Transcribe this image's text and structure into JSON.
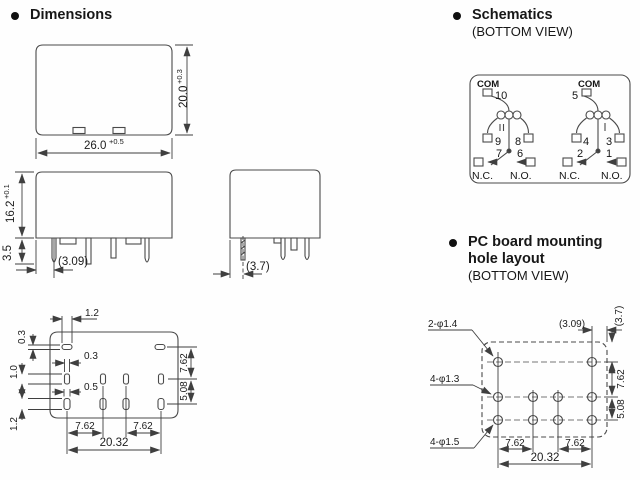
{
  "colors": {
    "background": "#fefefe",
    "ink": "#474747",
    "text": "#171717"
  },
  "headings": {
    "dimensions": "Dimensions",
    "schematics": "Schematics",
    "schematics_sub": "(BOTTOM VIEW)",
    "pcb_line1": "PC board mounting",
    "pcb_line2": "hole layout",
    "pcb_sub": "(BOTTOM VIEW)"
  },
  "top_view": {
    "width": "26.0",
    "width_tol": "+0.5",
    "height": "20.0",
    "height_tol": "+0.3"
  },
  "front_view": {
    "height": "16.2",
    "height_tol": "+0.1",
    "pin_length": "3.5",
    "pin_offset": "(3.09)"
  },
  "end_view": {
    "pin_offset": "(3.7)"
  },
  "bottom_view": {
    "com_pin_width": "1.2",
    "com_pin_thickness": "0.3",
    "coil_pin_width": "0.3",
    "coil_pin_height": "1.0",
    "contact_pin_width": "0.5",
    "contact_pin_height": "1.2",
    "row_pitch_1": "7.62",
    "row_pitch_2": "5.08",
    "col_pitch_left": "7.62",
    "col_pitch_right": "7.62",
    "total_pitch": "20.32"
  },
  "schematic": {
    "pole_left": {
      "com_label": "COM",
      "com_pin": "10",
      "coil_pin_left": "9",
      "coil_pin_right": "8",
      "nc_pin": "7",
      "no_pin": "6",
      "nc_label": "N.C.",
      "no_label": "N.O."
    },
    "pole_right": {
      "com_label": "COM",
      "com_pin": "5",
      "coil_pin_left": "4",
      "coil_pin_right": "3",
      "nc_pin": "2",
      "no_pin": "1",
      "nc_label": "N.C.",
      "no_label": "N.O."
    }
  },
  "pcb_layout": {
    "hole_spec_top": "2-φ1.4",
    "hole_spec_mid": "4-φ1.3",
    "hole_spec_bottom": "4-φ1.5",
    "edge_offset_x": "(3.09)",
    "edge_offset_y": "(3.7)",
    "row_pitch_1": "7.62",
    "row_pitch_2": "5.08",
    "col_pitch_left": "7.62",
    "col_pitch_right": "7.62",
    "total_pitch": "20.32"
  }
}
